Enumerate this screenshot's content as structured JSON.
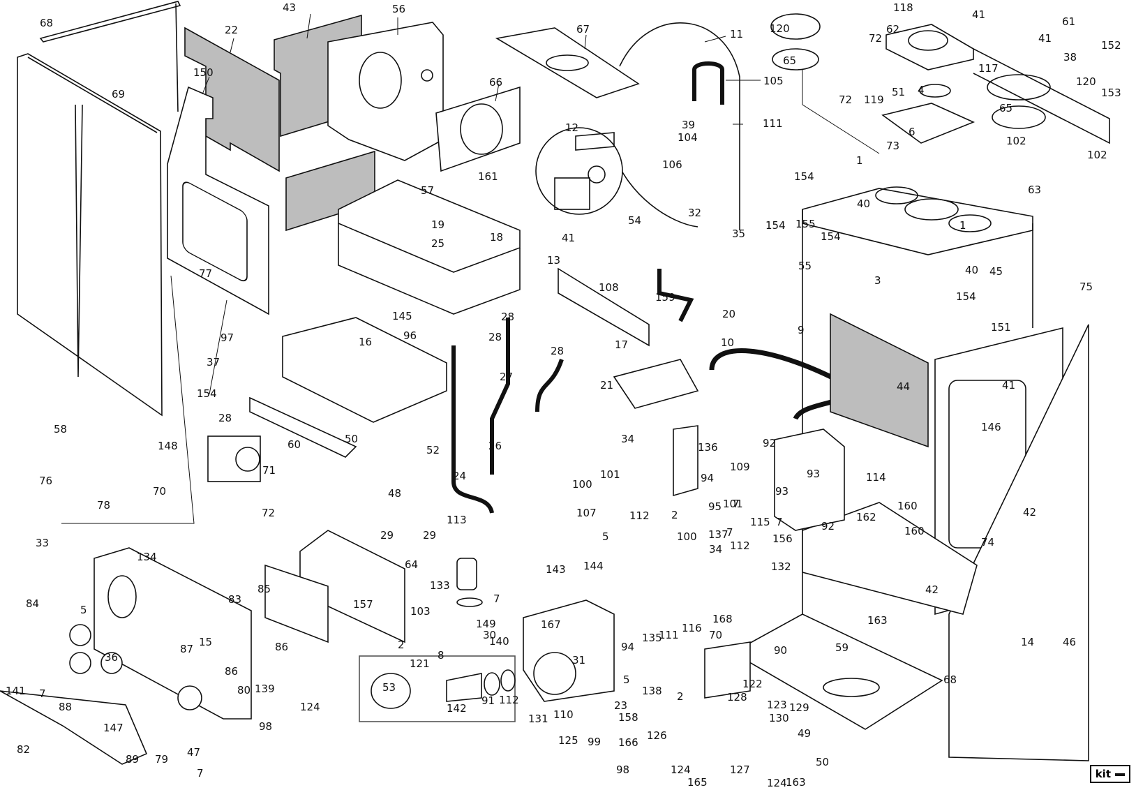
{
  "title": "Boiler exploded parts diagram",
  "badge": {
    "label": "kit"
  },
  "colors": {
    "line": "#111111",
    "insulation": "#bdbdbd",
    "background": "#ffffff"
  },
  "callouts": [
    "68",
    "43",
    "56",
    "22",
    "150",
    "69",
    "67",
    "11",
    "105",
    "39",
    "104",
    "106",
    "111",
    "12",
    "66",
    "57",
    "161",
    "19",
    "18",
    "25",
    "41",
    "54",
    "32",
    "35",
    "13",
    "120",
    "118",
    "41",
    "61",
    "72",
    "62",
    "65",
    "72",
    "119",
    "51",
    "117",
    "4",
    "41",
    "38",
    "152",
    "120",
    "153",
    "6",
    "65",
    "102",
    "102",
    "73",
    "1",
    "154",
    "155",
    "154",
    "154",
    "40",
    "1",
    "63",
    "40",
    "45",
    "75",
    "154",
    "3",
    "151",
    "77",
    "97",
    "145",
    "96",
    "28",
    "28",
    "28",
    "108",
    "159",
    "17",
    "20",
    "10",
    "16",
    "37",
    "154",
    "28",
    "27",
    "21",
    "9",
    "55",
    "44",
    "41",
    "146",
    "58",
    "148",
    "76",
    "78",
    "70",
    "71",
    "72",
    "60",
    "50",
    "26",
    "52",
    "24",
    "48",
    "113",
    "29",
    "29",
    "34",
    "136",
    "92",
    "109",
    "93",
    "93",
    "114",
    "92",
    "101",
    "100",
    "94",
    "7",
    "7",
    "112",
    "2",
    "95",
    "101",
    "107",
    "5",
    "34",
    "137",
    "100",
    "112",
    "115",
    "7",
    "156",
    "132",
    "162",
    "160",
    "160",
    "74",
    "42",
    "42",
    "33",
    "134",
    "64",
    "133",
    "7",
    "143",
    "144",
    "83",
    "85",
    "157",
    "103",
    "84",
    "5",
    "2",
    "149",
    "30",
    "140",
    "167",
    "116",
    "168",
    "70",
    "90",
    "36",
    "87",
    "15",
    "86",
    "86",
    "80",
    "139",
    "7",
    "94",
    "135",
    "111",
    "31",
    "5",
    "138",
    "2",
    "122",
    "123",
    "128",
    "130",
    "129",
    "53",
    "121",
    "8",
    "91",
    "112",
    "131",
    "23",
    "158",
    "142",
    "88",
    "141",
    "147",
    "82",
    "89",
    "79",
    "47",
    "7",
    "98",
    "124",
    "110",
    "125",
    "99",
    "166",
    "126",
    "98",
    "124",
    "165",
    "127",
    "124",
    "49",
    "50",
    "163",
    "163",
    "59",
    "14",
    "46",
    "68"
  ]
}
